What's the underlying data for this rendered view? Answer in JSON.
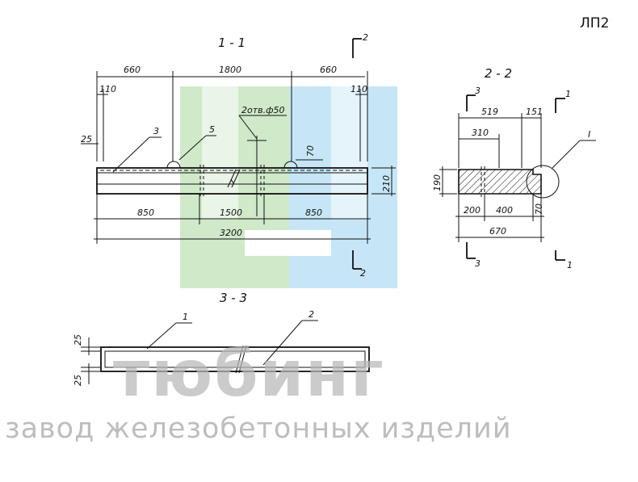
{
  "sheet_code": "ЛП2",
  "watermark": {
    "brand": "тюбинг",
    "tagline": "завод железобетонных изделий",
    "colors": {
      "green": "#cfe9c9",
      "blue": "#c6e6f7",
      "text": "#b8b8b8"
    }
  },
  "section_1_1": {
    "title": "1 - 1",
    "dims_top": [
      "660",
      "1800",
      "660"
    ],
    "edge_110_left": "110",
    "edge_110_right": "110",
    "dim_25": "25",
    "callout_3": "3",
    "callout_5": "5",
    "holes_note": "2отв.ф50",
    "dim_70": "70",
    "dim_210": "210",
    "dims_bottom": [
      "850",
      "1500",
      "850"
    ],
    "overall": "3200",
    "cut_mark_top": "2",
    "cut_mark_bottom": "2"
  },
  "section_2_2": {
    "title": "2 - 2",
    "cut_mark_left_top": "3",
    "cut_mark_right_top": "1",
    "dim_519": "519",
    "dim_151": "151",
    "dim_310": "310",
    "detail_label": "I",
    "dim_190": "190",
    "dims_bottom": [
      "200",
      "400",
      "70"
    ],
    "overall": "670",
    "cut_mark_left_bottom": "3",
    "cut_mark_right_bottom": "1"
  },
  "section_3_3": {
    "title": "3 - 3",
    "callout_1": "1",
    "callout_2": "2",
    "dim_25_top": "25",
    "dim_25_bottom": "25"
  }
}
